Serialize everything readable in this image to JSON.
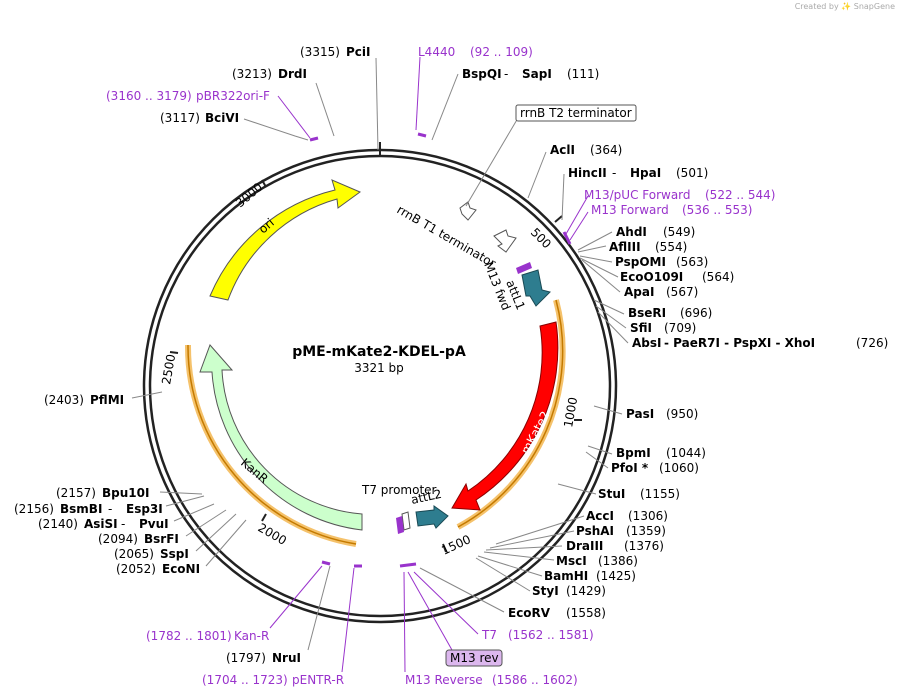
{
  "credit": "Created by ✨ SnapGene",
  "plasmid": {
    "name": "pME-mKate2-KDEL-pA",
    "size_label": "3321 bp"
  },
  "ticks": [
    "500",
    "1000",
    "1500",
    "2000",
    "2500",
    "3000"
  ],
  "features": {
    "ori": "ori",
    "mKate2": "mKate2",
    "KanR": "KanR",
    "attL1": "attL1",
    "attL2": "attL2",
    "m13fwd": "M13 fwd",
    "t7promoter": "T7 promoter",
    "rrnBT1": "rrnB T1 terminator",
    "rrnBT2": "rrnB T2 terminator",
    "m13rev_box": "M13 rev"
  },
  "sites": {
    "PciI": {
      "name": "PciI",
      "pos": "(3315)"
    },
    "DrdI": {
      "name": "DrdI",
      "pos": "(3213)"
    },
    "BciVI": {
      "name": "BciVI",
      "pos": "(3117)"
    },
    "BspQI": {
      "name": "BspQI",
      "sep": " - ",
      "name2": "SapI",
      "pos": "(111)"
    },
    "AclI": {
      "name": "AclI",
      "pos": "(364)"
    },
    "HincII": {
      "name": "HincII",
      "sep": " - ",
      "name2": "HpaI",
      "pos": "(501)"
    },
    "AhdI": {
      "name": "AhdI",
      "pos": "(549)"
    },
    "AflIII": {
      "name": "AflIII",
      "pos": "(554)"
    },
    "PspOMI": {
      "name": "PspOMI",
      "pos": "(563)"
    },
    "EcoO109I": {
      "name": "EcoO109I",
      "pos": "(564)"
    },
    "ApaI": {
      "name": "ApaI",
      "pos": "(567)"
    },
    "BseRI": {
      "name": "BseRI",
      "pos": "(696)"
    },
    "SfiI": {
      "name": "SfiI",
      "pos": "(709)"
    },
    "AbsI": {
      "name": "AbsI",
      "rest": " - PaeR7I - PspXI - XhoI",
      "pos": "(726)"
    },
    "PasI": {
      "name": "PasI",
      "pos": "(950)"
    },
    "BpmI": {
      "name": "BpmI",
      "pos": "(1044)"
    },
    "PfoI": {
      "name": "PfoI *",
      "pos": "(1060)"
    },
    "StuI": {
      "name": "StuI",
      "pos": "(1155)"
    },
    "AccI": {
      "name": "AccI",
      "pos": "(1306)"
    },
    "PshAI": {
      "name": "PshAI",
      "pos": "(1359)"
    },
    "DraIII": {
      "name": "DraIII",
      "pos": "(1376)"
    },
    "MscI": {
      "name": "MscI",
      "pos": "(1386)"
    },
    "BamHI": {
      "name": "BamHI",
      "pos": "(1425)"
    },
    "StyI": {
      "name": "StyI",
      "pos": "(1429)"
    },
    "EcoRV": {
      "name": "EcoRV",
      "pos": "(1558)"
    },
    "NruI": {
      "name": "NruI",
      "pos": "(1797)"
    },
    "EcoNI": {
      "name": "EcoNI",
      "pos": "(2052)"
    },
    "SspI": {
      "name": "SspI",
      "pos": "(2065)"
    },
    "BsrFI": {
      "name": "BsrFI",
      "pos": "(2094)"
    },
    "AsiSI": {
      "name": "AsiSI",
      "sep": " - ",
      "name2": "PvuI",
      "pos": "(2140)"
    },
    "BsmBI": {
      "name": "BsmBI",
      "sep": " - ",
      "name2": "Esp3I",
      "pos": "(2156)"
    },
    "Bpu10I": {
      "name": "Bpu10I",
      "pos": "(2157)"
    },
    "PflMI": {
      "name": "PflMI",
      "pos": "(2403)"
    }
  },
  "primers": {
    "L4440": {
      "name": "L4440",
      "range": "(92 .. 109)"
    },
    "pBR322": {
      "name": "pBR322ori-F",
      "range": "(3160 .. 3179)"
    },
    "M13pUC": {
      "name": "M13/pUC Forward",
      "range": "(522 .. 544)"
    },
    "M13F": {
      "name": "M13 Forward",
      "range": "(536 .. 553)"
    },
    "T7": {
      "name": "T7",
      "range": "(1562 .. 1581)"
    },
    "M13R": {
      "name": "M13 Reverse",
      "range": "(1586 .. 1602)"
    },
    "KanR": {
      "name": "Kan-R",
      "range": "(1782 .. 1801)"
    },
    "pENTR": {
      "name": "pENTR-R",
      "range": "(1704 .. 1723)"
    }
  },
  "colors": {
    "ori": "#ffff00",
    "mKate2": "#ff0000",
    "KanR": "#ccffcc",
    "att": "#2e7d8f",
    "primer": "#9933cc",
    "orange_highlight": "#f5c26b"
  }
}
